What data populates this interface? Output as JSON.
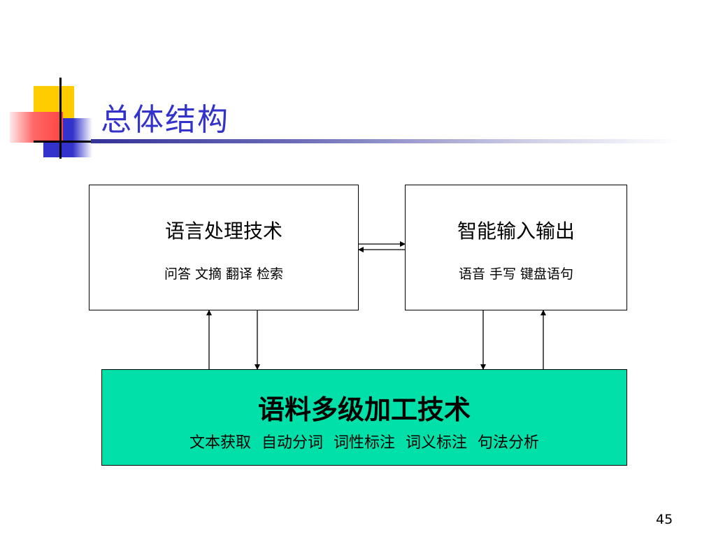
{
  "slide": {
    "title": "总体结构",
    "page_number": "45"
  },
  "boxes": {
    "language_processing": {
      "title": "语言处理技术",
      "subtitle": "问答 文摘 翻译 检索"
    },
    "smart_io": {
      "title": "智能输入输出",
      "subtitle": "语音 手写 键盘语句"
    },
    "corpus_processing": {
      "title": "语料多级加工技术",
      "subtitle": "文本获取  自动分词  词性标注  词义标注  句法分析"
    }
  },
  "colors": {
    "title": "#3333CC",
    "corpus_fill": "#00E0A8",
    "ornament_yellow": "#FFCC00",
    "ornament_blue": "#3333CC",
    "ornament_red": "#FF6666"
  }
}
